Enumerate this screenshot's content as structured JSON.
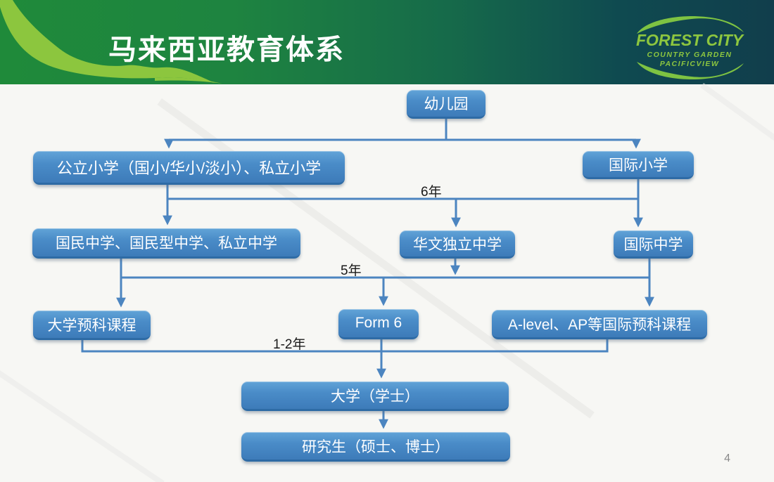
{
  "header": {
    "title": "马来西亚教育体系",
    "logo": {
      "line1": "FOREST CITY",
      "line2": "COUNTRY GARDEN",
      "line3": "PACIFICVIEW"
    }
  },
  "flowchart": {
    "nodes": {
      "kindergarten": "幼儿园",
      "public_primary": "公立小学（国小/华小/淡小）、私立小学",
      "intl_primary": "国际小学",
      "national_secondary": "国民中学、国民型中学、私立中学",
      "chinese_independent": "华文独立中学",
      "intl_secondary": "国际中学",
      "pre_university": "大学预科课程",
      "form6": "Form 6",
      "alevel": "A-level、AP等国际预科课程",
      "university": "大学（学士）",
      "postgraduate": "研究生（硕士、博士）"
    },
    "duration_labels": {
      "primary": "6年",
      "secondary": "5年",
      "pre_u": "1-2年"
    }
  },
  "page_number": "4",
  "colors": {
    "node_blue_top": "#62a4d8",
    "node_blue_bottom": "#3d7bb9",
    "connector_blue": "#4c85c0",
    "header_green": "#1f8a3a",
    "header_teal": "#113e4c",
    "logo_green": "#8dc63f"
  }
}
